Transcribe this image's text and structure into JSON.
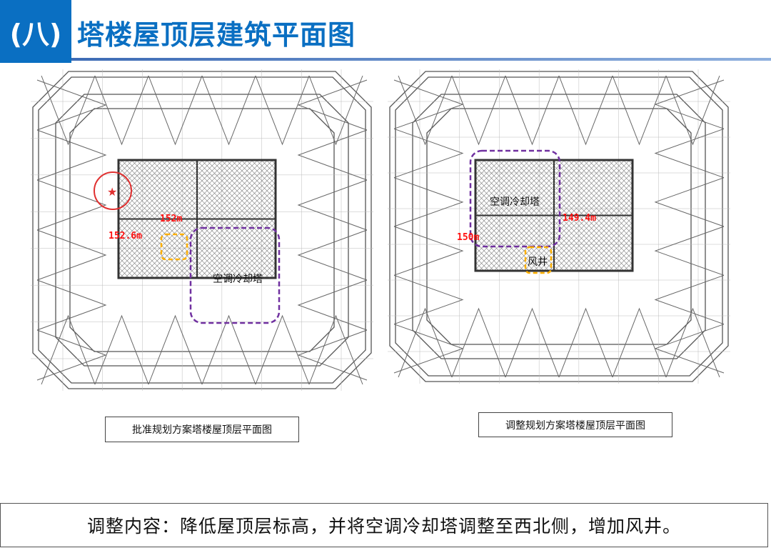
{
  "header": {
    "number": "(八)",
    "title": "塔楼屋顶层建筑平面图"
  },
  "plans": [
    {
      "caption": "批准规划方案塔楼屋顶层平面图",
      "roof_height_label": "152m",
      "parapet_height_label": "152.6m",
      "equipment_label": "空调冷却塔"
    },
    {
      "caption": "调整规划方案塔楼屋顶层平面图",
      "roof_height_label": "149.4m",
      "parapet_height_label": "150m",
      "equipment_label": "空调冷却塔",
      "shaft_label": "风井"
    }
  ],
  "summary": "调整内容：降低屋顶层标高，并将空调冷却塔调整至西北侧，增加风井。",
  "colors": {
    "brand": "#0a6fc2",
    "cooling_tower_marker": "#7030a0",
    "shaft_marker": "#ffb000",
    "elevation_text": "#ff1010"
  }
}
